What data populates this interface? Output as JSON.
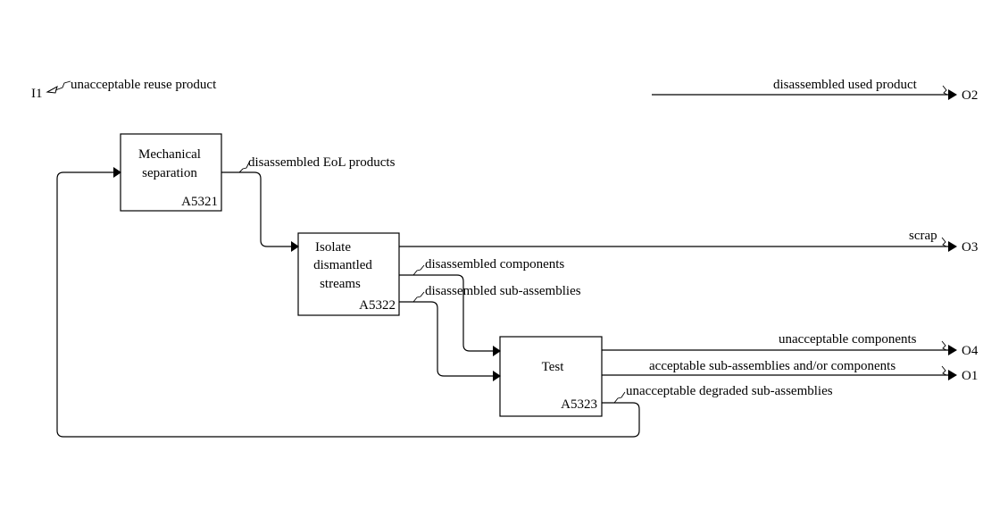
{
  "activities": {
    "a1": {
      "title_lines": [
        "Mechanical",
        "separation"
      ],
      "node": "A5321"
    },
    "a2": {
      "title_lines": [
        "Isolate",
        "dismantled",
        "streams"
      ],
      "node": "A5322"
    },
    "a3": {
      "title_lines": [
        "Test"
      ],
      "node": "A5323"
    }
  },
  "terminals": {
    "i1": "I1",
    "o1": "O1",
    "o2": "O2",
    "o3": "O3",
    "o4": "O4"
  },
  "arrows": {
    "unacceptable_reuse_product": "unacceptable reuse product",
    "disassembled_used_product": "disassembled used product",
    "disassembled_eol_products": "disassembled EoL products",
    "scrap": "scrap",
    "disassembled_components": "disassembled components",
    "disassembled_sub_assemblies": "disassembled sub-assemblies",
    "unacceptable_components": "unacceptable components",
    "acceptable_sub_assemblies": "acceptable sub-assemblies and/or components",
    "unacceptable_degraded": "unacceptable degraded sub-assemblies"
  }
}
